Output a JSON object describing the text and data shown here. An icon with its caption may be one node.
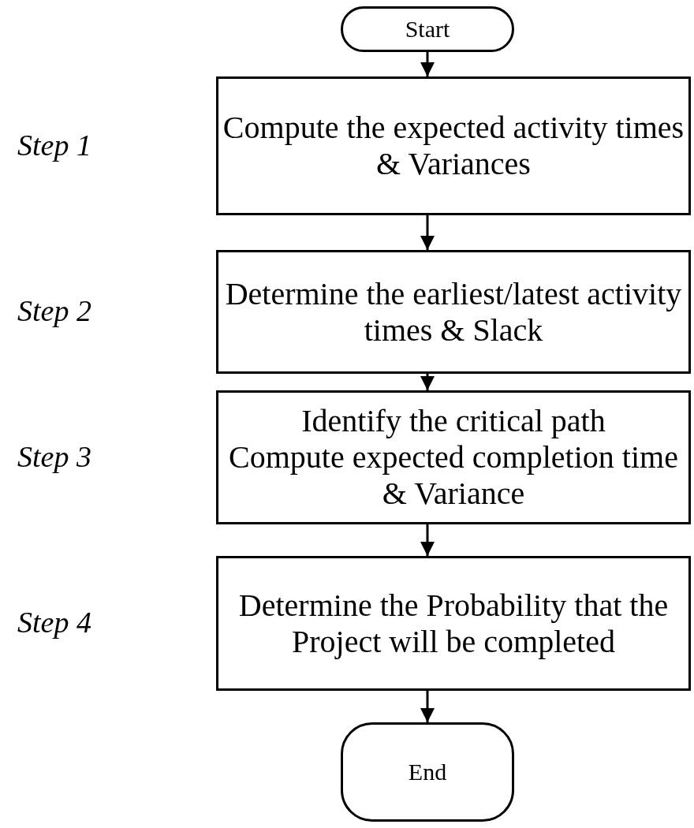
{
  "diagram": {
    "nodes": [
      {
        "text": [
          "Start"
        ]
      },
      {
        "text": [
          "Compute the expected activity times & Variances"
        ]
      },
      {
        "text": [
          "Determine the earliest/latest activity times & Slack"
        ]
      },
      {
        "text": [
          "Identify the critical path",
          "Compute expected  completion time & Variance"
        ]
      },
      {
        "text": [
          "Determine the Probability that the Project will be completed"
        ]
      },
      {
        "text": [
          "End"
        ]
      }
    ],
    "edges": [
      {
        "from": 0,
        "to": 1,
        "arrow": "to"
      },
      {
        "from": 1,
        "to": 2,
        "arrow": "to"
      },
      {
        "from": 2,
        "to": 3,
        "arrow": "to"
      },
      {
        "from": 3,
        "to": 4,
        "arrow": "to"
      },
      {
        "from": 4,
        "to": 5,
        "arrow": "to"
      }
    ],
    "labels": [
      "Step 1",
      "Step 2",
      "Step 3",
      "Step 4"
    ]
  }
}
